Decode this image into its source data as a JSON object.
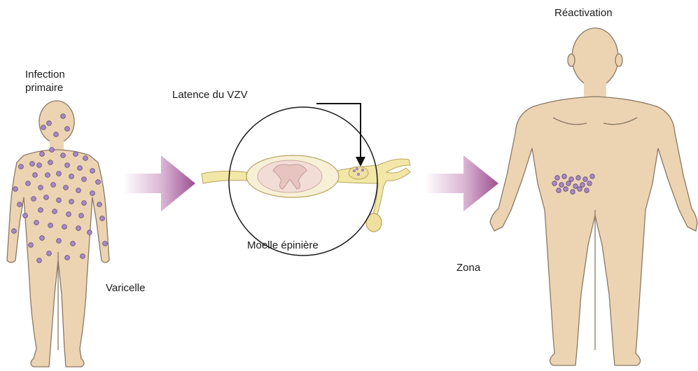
{
  "labels": {
    "infection_line1": "Infection",
    "infection_line2": "primaire",
    "varicelle": "Varicelle",
    "latence": "Latence du VZV",
    "moelle": "Moelle épinière",
    "zona": "Zona",
    "reactivation": "Réactivation"
  },
  "colors": {
    "skin": "#ecd4b3",
    "skin_outline": "#8a7764",
    "lesion": "#a888c4",
    "lesion_outline": "#5e4a78",
    "nerve": "#f2e7a6",
    "nerve_outline": "#b8a460",
    "arrow_start": "#ffffff",
    "arrow_end": "#9c4f92",
    "cord": "#f0d8d4"
  },
  "icons": [
    "child-figure",
    "adult-figure",
    "spinal-cord-section",
    "transition-arrow",
    "latency-pointer-arrow"
  ]
}
